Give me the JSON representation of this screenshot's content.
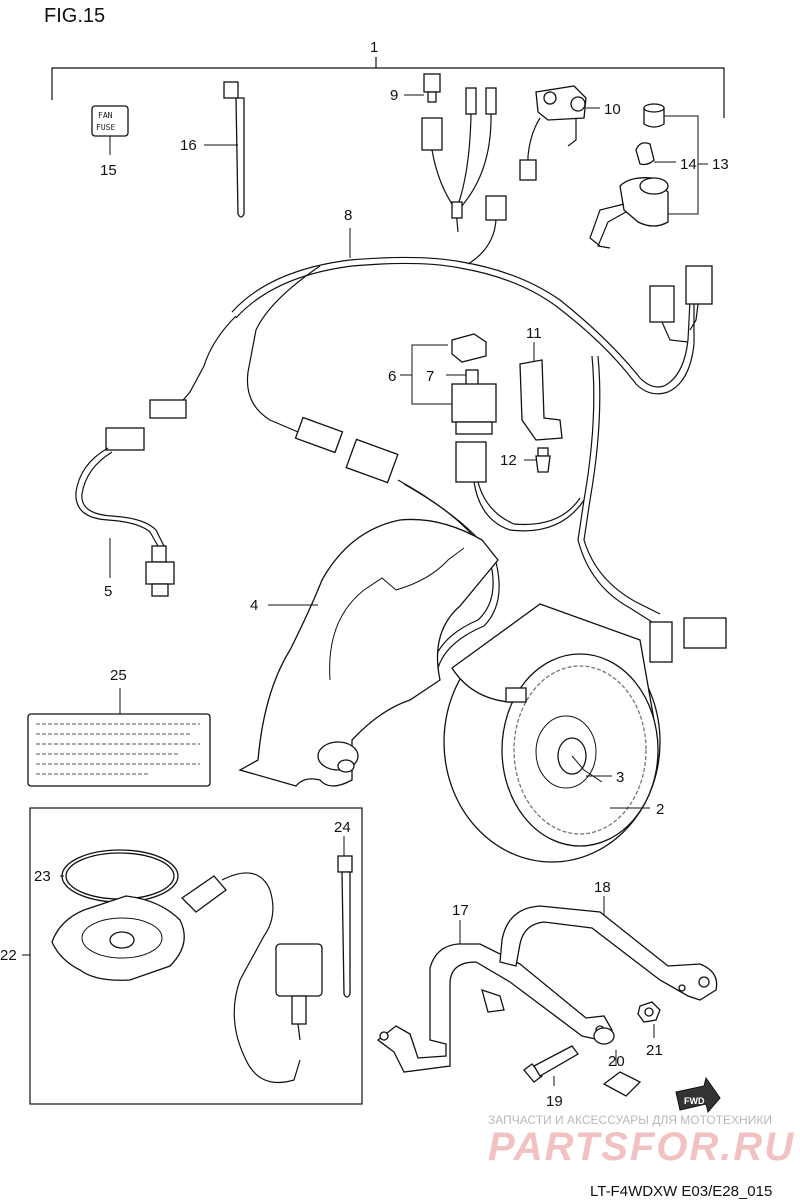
{
  "figure_title": "FIG.15",
  "footer_code": "LT-F4WDXW E03/E28_015",
  "callouts": {
    "c1": "1",
    "c2": "2",
    "c3": "3",
    "c4": "4",
    "c5": "5",
    "c6": "6",
    "c7": "7",
    "c8": "8",
    "c9": "9",
    "c10": "10",
    "c11": "11",
    "c12": "12",
    "c13": "13",
    "c14": "14",
    "c15": "15",
    "c16": "16",
    "c17": "17",
    "c18": "18",
    "c19": "19",
    "c20": "20",
    "c21": "21",
    "c22": "22",
    "c23": "23",
    "c24": "24",
    "c25": "25"
  },
  "fan_fuse_label": {
    "line1": "FAN",
    "line2": "FUSE"
  },
  "fwd_arrow_label": "FWD",
  "watermark": {
    "top_text": "ЗАПЧАСТИ И АКСЕССУАРЫ ДЛЯ МОТОТЕХНИКИ",
    "brand": "PARTSFOR.RU"
  }
}
